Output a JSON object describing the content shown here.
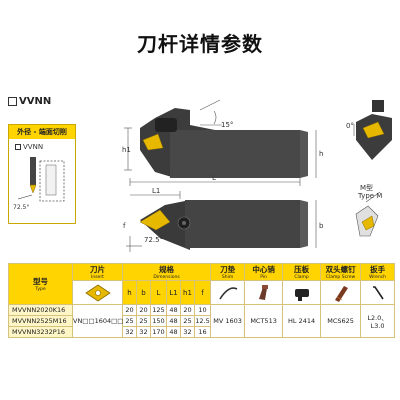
{
  "title": "刀杆详情参数",
  "series": "VVNN",
  "panel": {
    "header": "外径 - 端面切削",
    "series": "VVNN",
    "angle": "72.5°"
  },
  "drawing": {
    "h1": "h1",
    "h": "h",
    "b": "b",
    "L": "L",
    "L1": "L1",
    "f": "f",
    "angle_top": "15°",
    "angle_bottom": "72.5°",
    "angle_screw": "0°",
    "screw_label": "M型",
    "screw_label_en": "Type M"
  },
  "table": {
    "headers": [
      {
        "cn": "型号",
        "en": "Type"
      },
      {
        "cn": "刀片",
        "en": "Insert"
      },
      {
        "cn": "规格",
        "en": "Dimensions"
      },
      {
        "cn": "刀垫",
        "en": "Shim"
      },
      {
        "cn": "中心销",
        "en": "Pin"
      },
      {
        "cn": "压板",
        "en": "Clamp"
      },
      {
        "cn": "双头螺钉",
        "en": "Clamp Screw"
      },
      {
        "cn": "扳手",
        "en": "Wrench"
      }
    ],
    "dim_cols": [
      "h",
      "b",
      "L",
      "L1",
      "h1",
      "f"
    ],
    "rows": [
      {
        "model": "MVVNN2020K16",
        "dims": [
          "20",
          "20",
          "125",
          "48",
          "20",
          "10"
        ]
      },
      {
        "model": "MVVNN2525M16",
        "dims": [
          "25",
          "25",
          "150",
          "48",
          "25",
          "12.5"
        ]
      },
      {
        "model": "MVVNN3232P16",
        "dims": [
          "32",
          "32",
          "170",
          "48",
          "32",
          "16"
        ]
      }
    ],
    "insert": "VN□□1604□□",
    "shim": "MV 1603",
    "pin": "MCT513",
    "clamp": "HL 2414",
    "screw": "MCS625",
    "wrench": "L2.0、L3.0"
  },
  "colors": {
    "accent": "#ffd400",
    "insert": "#e6b800",
    "body": "#3a3a3a"
  }
}
